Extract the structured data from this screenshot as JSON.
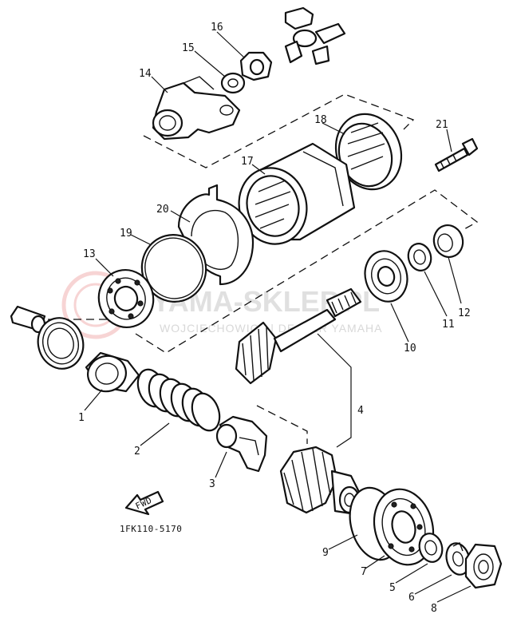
{
  "diagram": {
    "reference_code": "1FK110-5170",
    "fwd_label": "FWD",
    "watermark": {
      "brand": "YAMA-SKLEP.PL",
      "tagline": "WOJCIECHOWICZ | DEALER YAMAHA"
    },
    "callouts": [
      "1",
      "2",
      "3",
      "4",
      "5",
      "6",
      "7",
      "8",
      "9",
      "10",
      "11",
      "12",
      "13",
      "14",
      "15",
      "16",
      "17",
      "18",
      "19",
      "20",
      "21"
    ]
  }
}
